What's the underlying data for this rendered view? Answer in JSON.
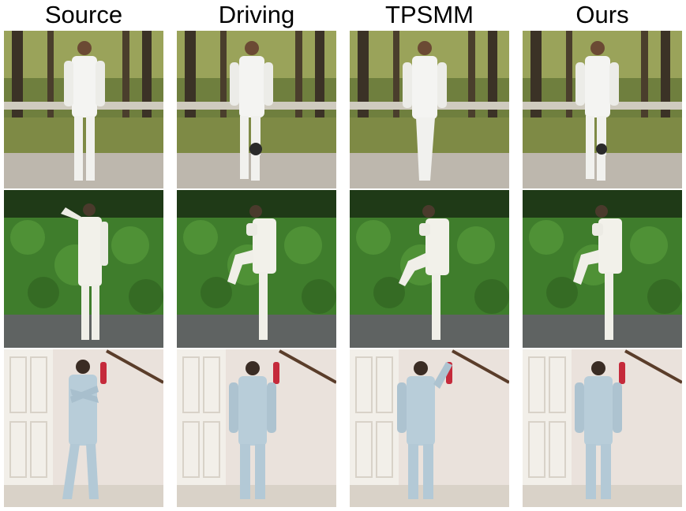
{
  "columns": [
    "Source",
    "Driving",
    "TPSMM",
    "Ours"
  ],
  "rows": [
    {
      "scene": "park",
      "pose_per_column": [
        "stand",
        "step",
        "walk",
        "step"
      ]
    },
    {
      "scene": "hedge",
      "pose_per_column": [
        "arm-raise",
        "knee-lift",
        "knee-lift",
        "knee-lift"
      ]
    },
    {
      "scene": "room",
      "pose_per_column": [
        "arms-crossed",
        "stand",
        "arm-raise",
        "stand"
      ]
    }
  ],
  "colors": {
    "park_ground": "#bdb7ad",
    "park_grass": "#7e8a45",
    "hedge": "#3f7d2c",
    "road": "#5f6362",
    "room_wall": "#eae2dc",
    "door": "#f2efe9",
    "floor": "#d9d2c8",
    "white_suit": "#f4f4f2",
    "silk_suit": "#b8cdd9",
    "tassel": "#c52a3b"
  }
}
